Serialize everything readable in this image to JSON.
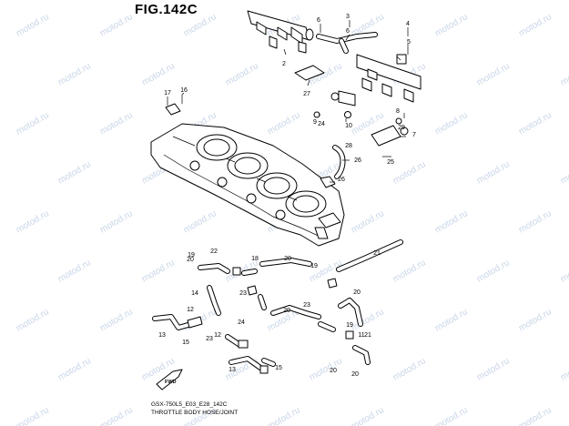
{
  "figure": {
    "title": "FIG.142C",
    "footer_code": "GSX-750L5_E03_E28_142C",
    "footer_name": "THROTTLE BODY HOSE/JOINT"
  },
  "watermark": "motod.ru",
  "fwd_label": "FWD",
  "callouts": [
    "2",
    "3",
    "4",
    "5",
    "6",
    "6",
    "7",
    "8",
    "9",
    "10",
    "12",
    "13",
    "13",
    "14",
    "15",
    "15",
    "16",
    "17",
    "18",
    "19",
    "19",
    "19",
    "20",
    "20",
    "20",
    "20",
    "20",
    "20",
    "21",
    "21",
    "22",
    "23",
    "23",
    "23",
    "24",
    "24",
    "25",
    "26",
    "26",
    "27",
    "28",
    "29",
    "11",
    "12"
  ]
}
